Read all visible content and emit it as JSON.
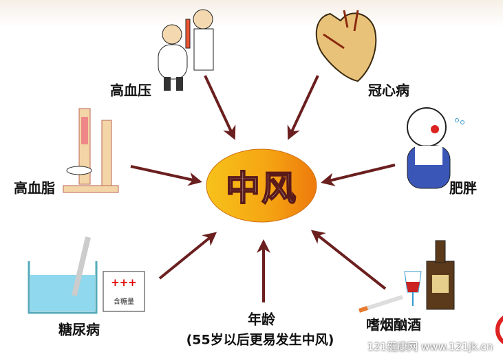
{
  "center": {
    "label": "中风",
    "fill_colors": [
      "#f7c21a",
      "#f08a10"
    ]
  },
  "factors": [
    {
      "id": "hypertension",
      "label": "高血压"
    },
    {
      "id": "coronary",
      "label": "冠心病"
    },
    {
      "id": "hyperlipidemia",
      "label": "高血脂"
    },
    {
      "id": "obesity",
      "label": "肥胖"
    },
    {
      "id": "diabetes",
      "label": "糖尿病"
    },
    {
      "id": "age",
      "label": "年龄",
      "note": "(55岁以后更易发生中风)"
    },
    {
      "id": "smoking-drinking",
      "label": "嗜烟酗酒"
    }
  ],
  "diabetes_card": {
    "plus": "+++",
    "text": "含糖量"
  },
  "watermark": "121健康网 www.121jk.cn",
  "arrow_color": "#6b1f1f"
}
